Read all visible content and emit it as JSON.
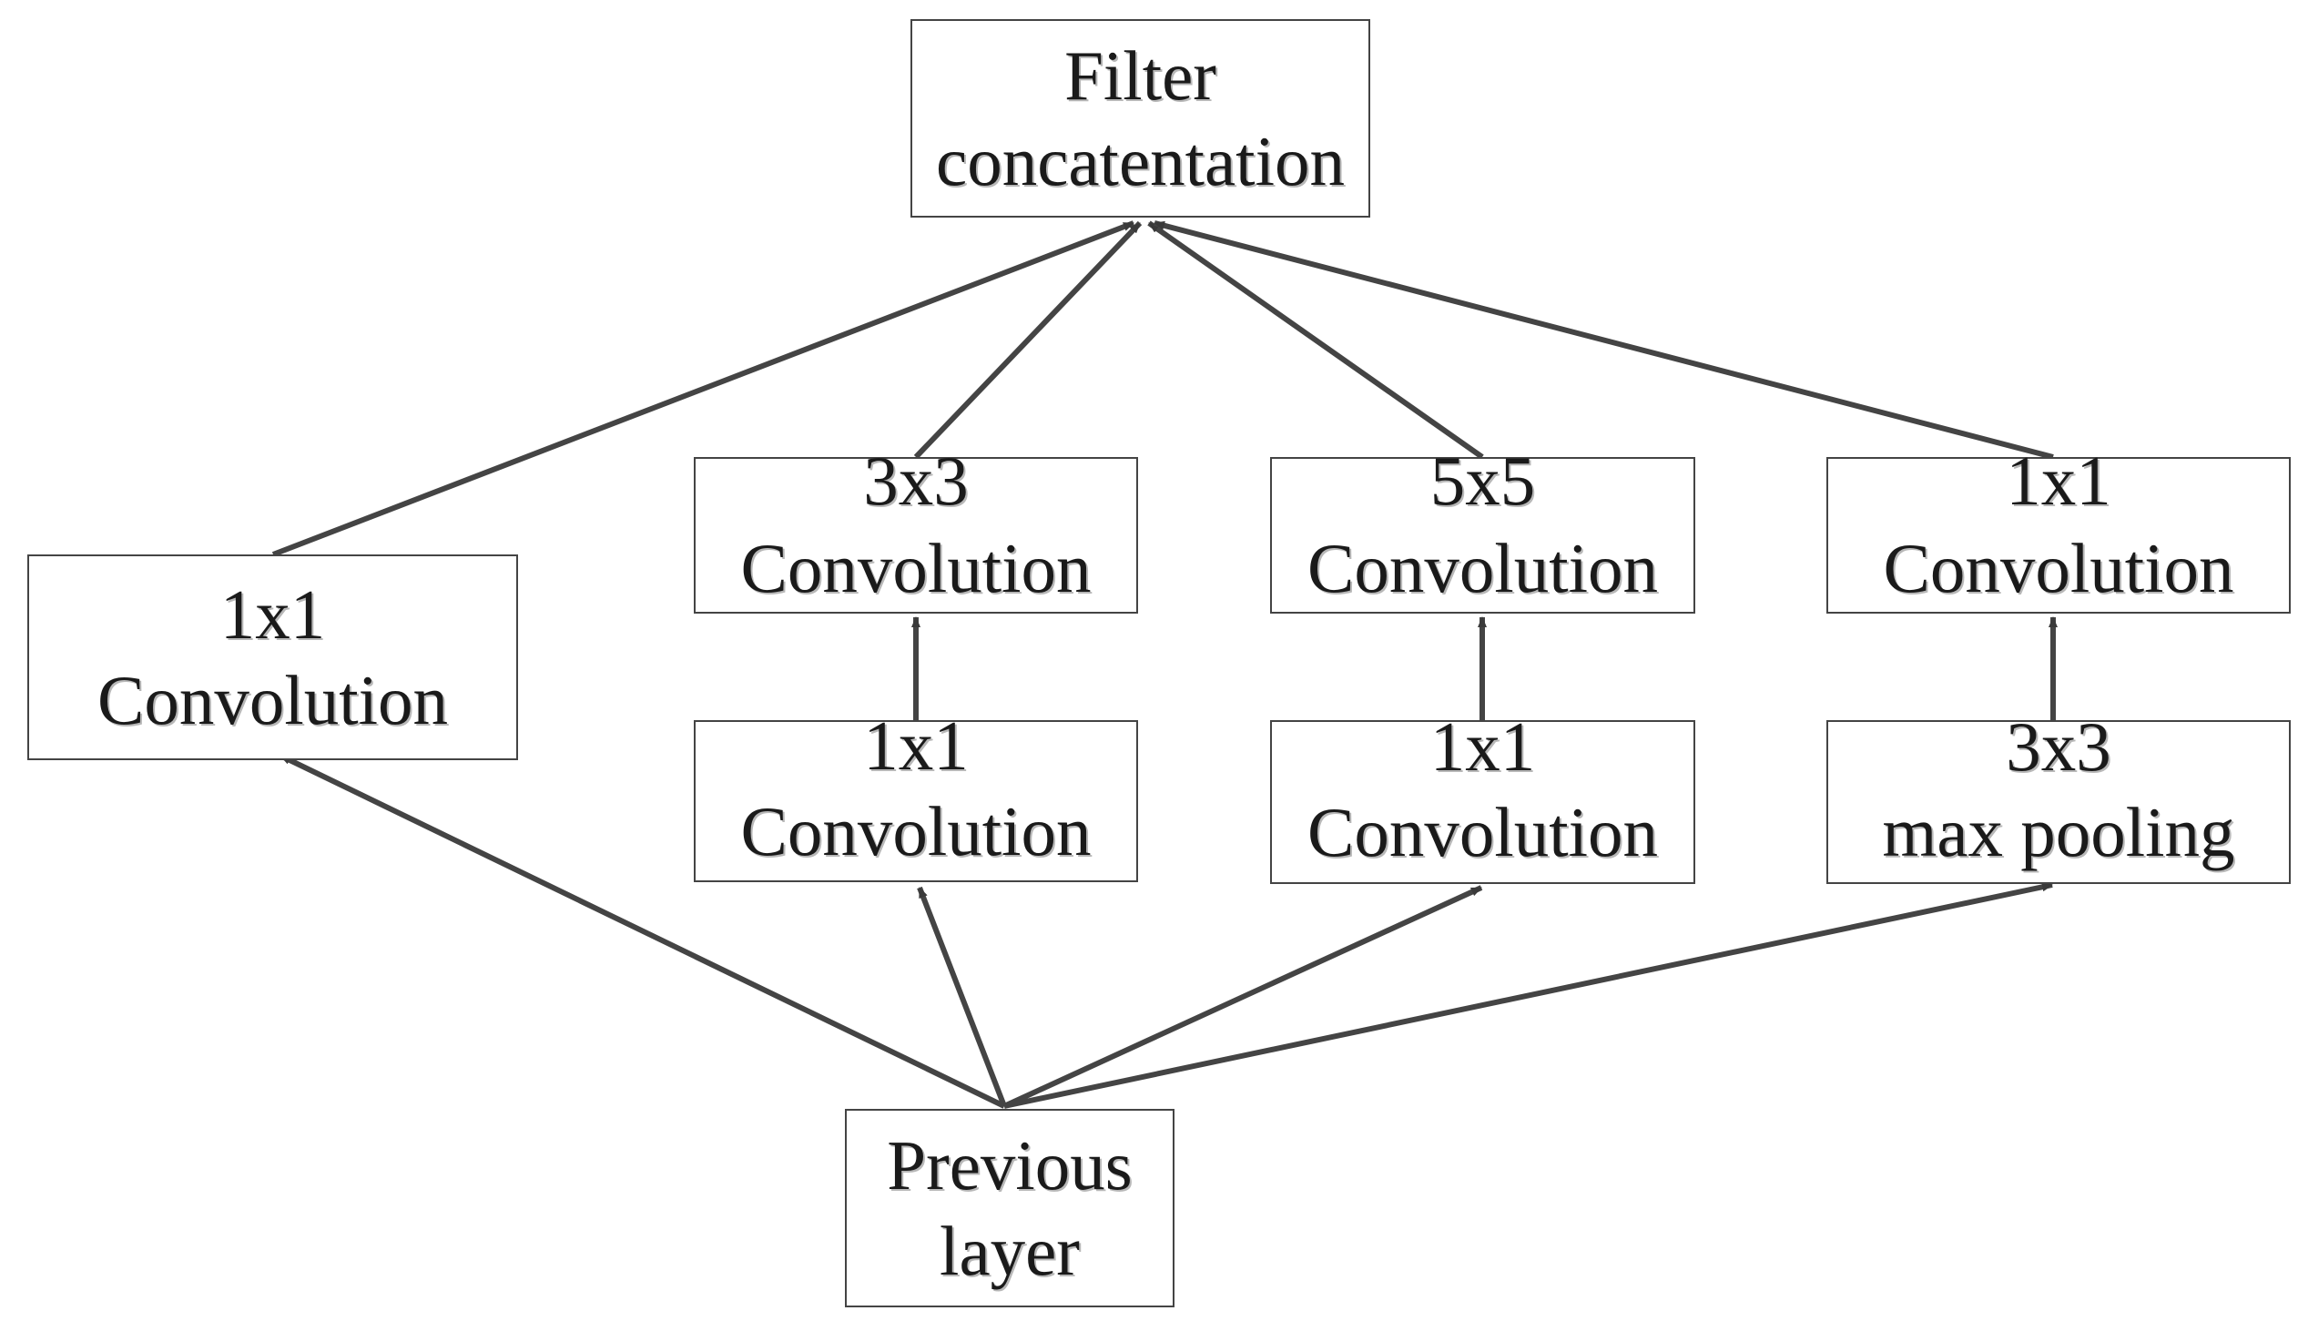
{
  "nodes": {
    "filter_concat": {
      "line1": "Filter",
      "line2": "concatentation"
    },
    "conv_1x1_direct": {
      "line1": "1x1",
      "line2": "Convolution"
    },
    "conv_3x3": {
      "line1": "3x3",
      "line2": "Convolution"
    },
    "conv_5x5": {
      "line1": "5x5",
      "line2": "Convolution"
    },
    "conv_1x1_after_pool": {
      "line1": "1x1",
      "line2": "Convolution"
    },
    "conv_1x1_reduce_3x3": {
      "line1": "1x1",
      "line2": "Convolution"
    },
    "conv_1x1_reduce_5x5": {
      "line1": "1x1",
      "line2": "Convolution"
    },
    "max_pool_3x3": {
      "line1": "3x3",
      "line2": "max pooling"
    },
    "previous_layer": {
      "line1": "Previous",
      "line2": "layer"
    }
  },
  "edges": [
    {
      "from": "previous_layer",
      "to": "conv_1x1_direct"
    },
    {
      "from": "previous_layer",
      "to": "conv_1x1_reduce_3x3"
    },
    {
      "from": "previous_layer",
      "to": "conv_1x1_reduce_5x5"
    },
    {
      "from": "previous_layer",
      "to": "max_pool_3x3"
    },
    {
      "from": "conv_1x1_reduce_3x3",
      "to": "conv_3x3"
    },
    {
      "from": "conv_1x1_reduce_5x5",
      "to": "conv_5x5"
    },
    {
      "from": "max_pool_3x3",
      "to": "conv_1x1_after_pool"
    },
    {
      "from": "conv_1x1_direct",
      "to": "filter_concat"
    },
    {
      "from": "conv_3x3",
      "to": "filter_concat"
    },
    {
      "from": "conv_5x5",
      "to": "filter_concat"
    },
    {
      "from": "conv_1x1_after_pool",
      "to": "filter_concat"
    }
  ],
  "colors": {
    "stroke": "#444444",
    "text": "#1a1a1a",
    "text_shadow": "#b8b8b8",
    "background": "#ffffff"
  }
}
